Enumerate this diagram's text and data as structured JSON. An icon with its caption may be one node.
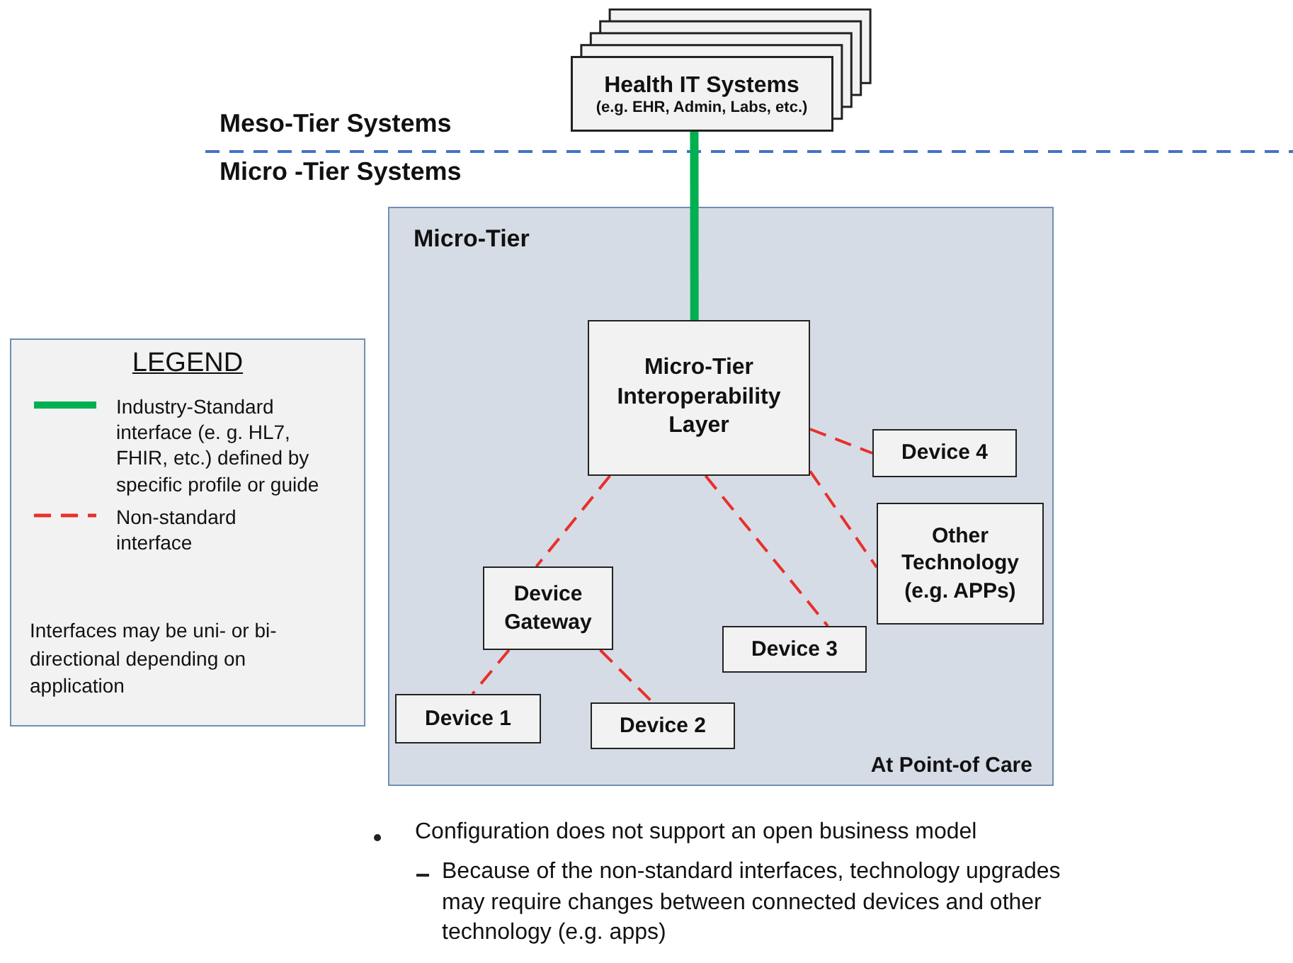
{
  "diagram": {
    "nodes": [
      {
        "text": [
          "Health IT Systems",
          "(e.g. EHR, Admin, Labs, etc.)"
        ]
      },
      {
        "text": [
          "Micro-Tier",
          "At Point-of Care"
        ]
      },
      {
        "text": [
          "Micro-Tier Interoperability Layer"
        ],
        "in": 1
      },
      {
        "text": [
          "Device Gateway"
        ],
        "in": 1
      },
      {
        "text": [
          "Device 1"
        ],
        "in": 1
      },
      {
        "text": [
          "Device 2"
        ],
        "in": 1
      },
      {
        "text": [
          "Device 3"
        ],
        "in": 1
      },
      {
        "text": [
          "Device 4"
        ],
        "in": 1
      },
      {
        "text": [
          "Other Technology (e.g. APPs)"
        ],
        "in": 1
      }
    ],
    "edges": [
      {
        "from": 0,
        "to": 2,
        "arrow": "none",
        "style": "thick",
        "color": "#00b050"
      },
      {
        "from": 2,
        "to": 3,
        "arrow": "none",
        "style": "dashed"
      },
      {
        "from": 2,
        "to": 6,
        "arrow": "none",
        "style": "dashed"
      },
      {
        "from": 2,
        "to": 7,
        "arrow": "none",
        "style": "dashed"
      },
      {
        "from": 2,
        "to": 8,
        "arrow": "none",
        "style": "dashed"
      },
      {
        "from": 3,
        "to": 4,
        "arrow": "none",
        "style": "dashed"
      },
      {
        "from": 3,
        "to": 5,
        "arrow": "none",
        "style": "dashed"
      }
    ],
    "labels": [
      "Meso-Tier Systems",
      "Micro -Tier Systems",
      "LEGEND",
      "Interfaces may be uni- or bi-directional depending on application",
      "Configuration does not support an open business model",
      "Because of the non-standard interfaces, technology upgrades may require changes between connected devices and other technology (e.g. apps)"
    ],
    "legend": [
      {
        "text": "Industry-Standard interface (e. g. HL7, FHIR, etc.) defined by specific profile or guide"
      },
      {
        "text": "Non-standard interface"
      }
    ]
  }
}
